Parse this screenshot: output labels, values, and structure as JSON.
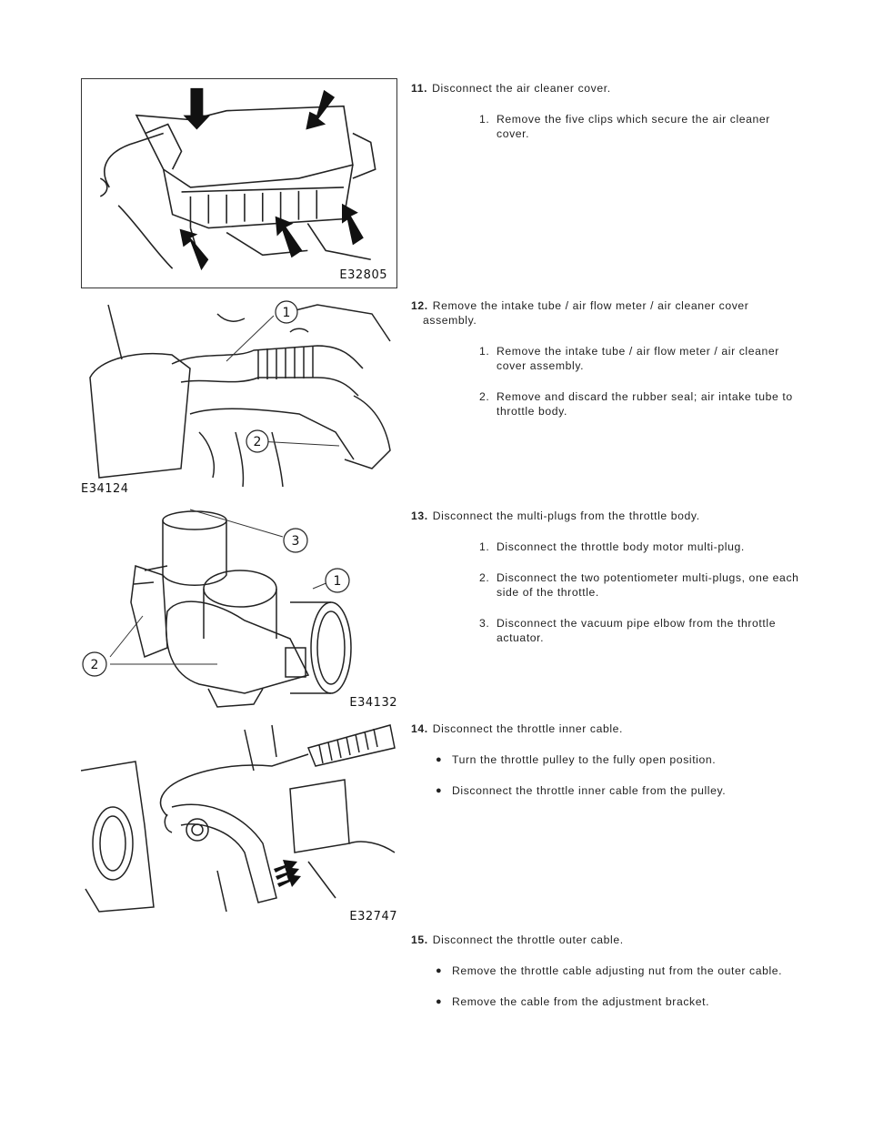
{
  "steps": [
    {
      "number": "11.",
      "text": "Disconnect the air cleaner cover.",
      "figure_code": "E32805",
      "subs": [
        {
          "marker": "1.",
          "text": "Remove the five clips which secure the air cleaner cover."
        }
      ]
    },
    {
      "number": "12.",
      "text": "Remove the intake tube / air flow meter / air cleaner cover",
      "text_cont": "assembly.",
      "figure_code": "E34124",
      "callouts": [
        "1",
        "2"
      ],
      "subs": [
        {
          "marker": "1.",
          "text": "Remove the intake tube / air flow meter / air cleaner cover assembly."
        },
        {
          "marker": "2.",
          "text": "Remove and discard the rubber seal; air intake tube to throttle body."
        }
      ]
    },
    {
      "number": "13.",
      "text": "Disconnect the multi-plugs from the throttle body.",
      "figure_code": "E34132",
      "callouts": [
        "3",
        "1",
        "2"
      ],
      "subs": [
        {
          "marker": "1.",
          "text": "Disconnect the throttle body motor multi-plug."
        },
        {
          "marker": "2.",
          "text": "Disconnect the two potentiometer multi-plugs, one each side of the throttle."
        },
        {
          "marker": "3.",
          "text": "Disconnect the vacuum pipe elbow from the throttle actuator."
        }
      ]
    },
    {
      "number": "14.",
      "text": "Disconnect the throttle inner cable.",
      "figure_code": "E32747",
      "subs": [
        {
          "marker": "●",
          "text": "Turn the throttle pulley to the fully open position."
        },
        {
          "marker": "●",
          "text": "Disconnect the throttle inner cable from the pulley."
        }
      ]
    },
    {
      "number": "15.",
      "text": "Disconnect the throttle outer cable.",
      "subs": [
        {
          "marker": "●",
          "text": "Remove the throttle cable adjusting nut from the outer cable."
        },
        {
          "marker": "●",
          "text": "Remove the cable from the adjustment bracket."
        }
      ]
    }
  ]
}
